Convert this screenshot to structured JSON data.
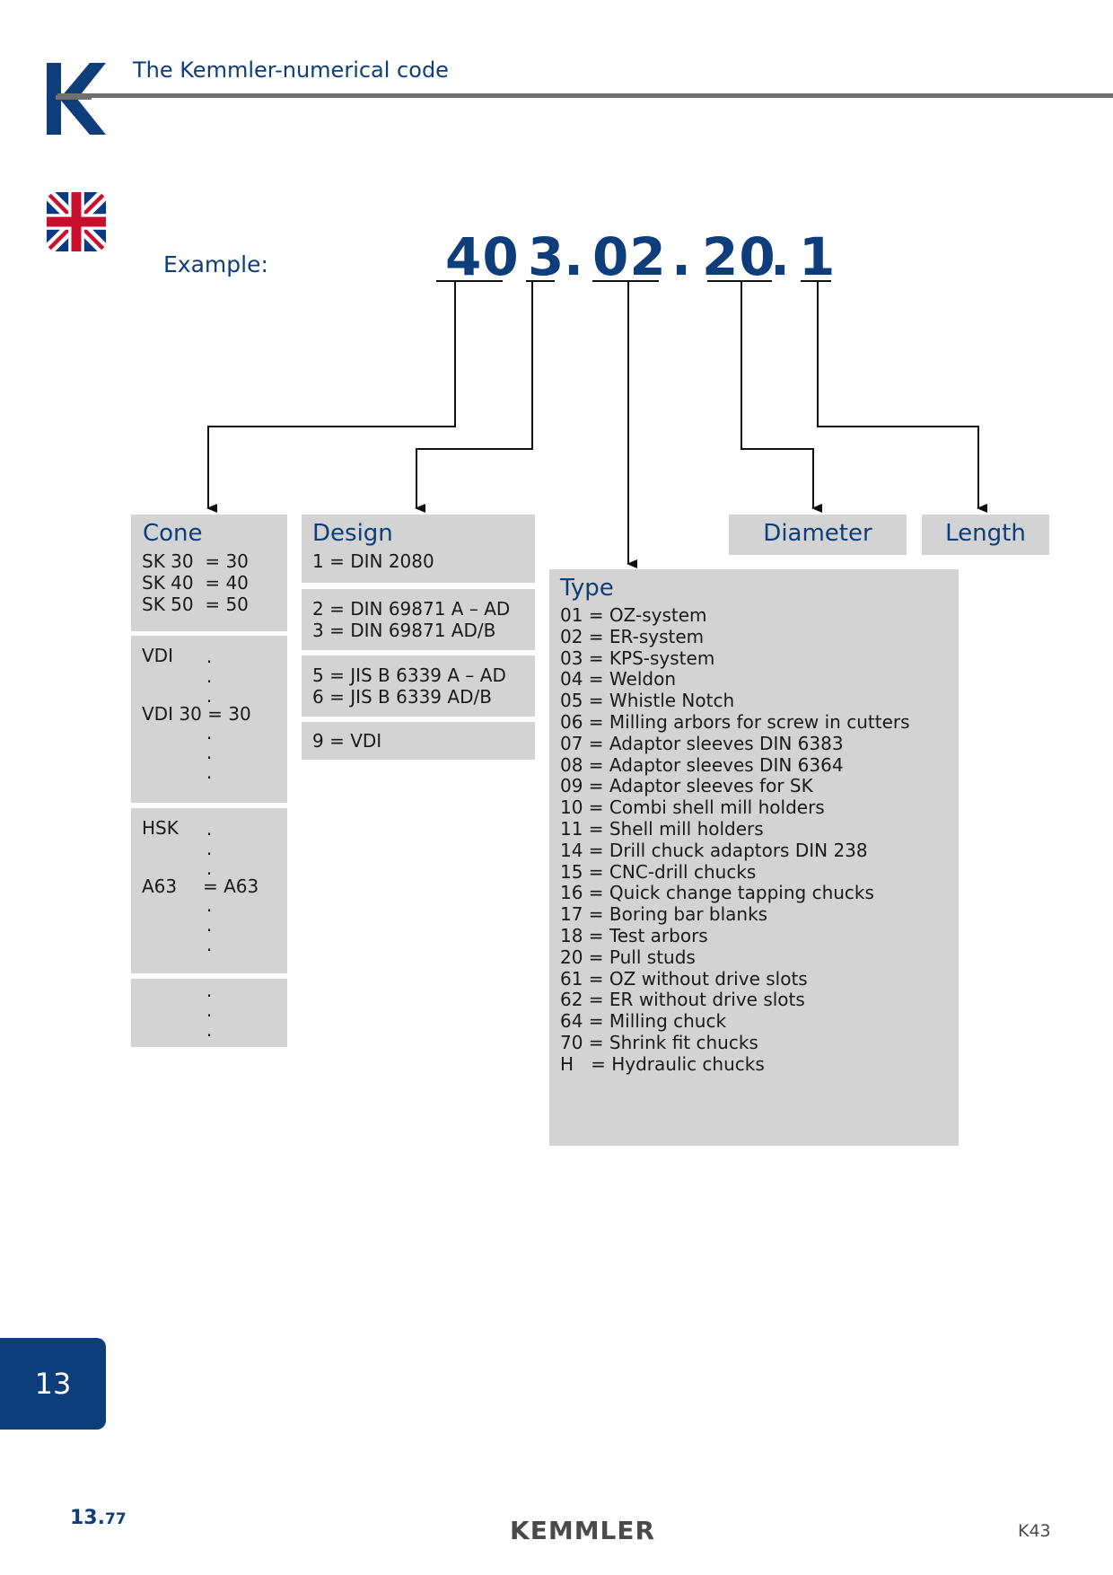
{
  "header": {
    "title": "The Kemmler-numerical code"
  },
  "example": {
    "label": "Example:",
    "parts": [
      "40",
      "3",
      ".",
      "02",
      ".",
      "20",
      ".",
      "1"
    ]
  },
  "boxes": {
    "cone": {
      "title": "Cone",
      "rows": [
        "SK 30  = 30",
        "SK 40  = 40",
        "SK 50  = 50"
      ],
      "vdi_label": "VDI",
      "vdi_value": "VDI 30 = 30",
      "hsk_label": "HSK",
      "hsk_value_left": "A63",
      "hsk_value_right": "= A63"
    },
    "design": {
      "title": "Design",
      "groups": [
        [
          "1 = DIN 2080"
        ],
        [
          "2 = DIN 69871 A – AD",
          "3 = DIN 69871 AD/B"
        ],
        [
          "5 = JIS B 6339 A – AD",
          "6 = JIS B 6339 AD/B"
        ],
        [
          "9 = VDI"
        ]
      ]
    },
    "diameter": {
      "title": "Diameter"
    },
    "length": {
      "title": "Length"
    },
    "type": {
      "title": "Type",
      "rows": [
        "01 = OZ-system",
        "02 = ER-system",
        "03 = KPS-system",
        "04 = Weldon",
        "05 = Whistle Notch",
        "06 = Milling arbors for screw in cutters",
        "07 = Adaptor sleeves DIN 6383",
        "08 = Adaptor sleeves DIN 6364",
        "09 = Adaptor sleeves for SK",
        "10 = Combi shell mill holders",
        "11 = Shell mill holders",
        "14 = Drill chuck adaptors DIN 238",
        "15 = CNC-drill chucks",
        "16 = Quick change tapping chucks",
        "17 = Boring bar blanks",
        "18 = Test arbors",
        "20 = Pull studs",
        "61 = OZ without drive slots",
        "62 = ER without drive slots",
        "64 = Milling chuck",
        "70 = Shrink fit chucks",
        "H   = Hydraulic chucks"
      ]
    }
  },
  "footer": {
    "chapter": "13",
    "page_main": "13.",
    "page_sub": "77",
    "brand": "KEMMLER",
    "catalog_code": "K43"
  },
  "colors": {
    "brand_blue": "#0d3d7a",
    "box_gray": "#d3d3d3",
    "rule_gray": "#707070"
  },
  "icons": {
    "logo": "kemmler-k-logo",
    "flag": "uk-flag-icon"
  }
}
